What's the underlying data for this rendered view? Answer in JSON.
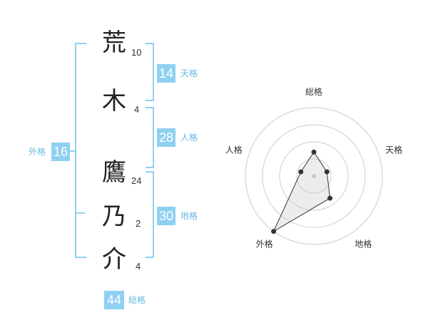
{
  "name": {
    "chars": [
      {
        "char": "荒",
        "strokes": "10"
      },
      {
        "char": "木",
        "strokes": "4"
      },
      {
        "char": "鷹",
        "strokes": "24"
      },
      {
        "char": "乃",
        "strokes": "2"
      },
      {
        "char": "介",
        "strokes": "4"
      }
    ]
  },
  "fortunes": {
    "tenkaku": {
      "value": "14",
      "label": "天格"
    },
    "jinkaku": {
      "value": "28",
      "label": "人格"
    },
    "chikaku": {
      "value": "30",
      "label": "地格"
    },
    "gaikaku": {
      "value": "16",
      "label": "外格"
    },
    "soukaku": {
      "value": "44",
      "label": "総格"
    }
  },
  "colors": {
    "accent": "#8fd0f2",
    "accent_text": "#6ab8e4"
  },
  "chart_data": {
    "type": "radar",
    "axes": [
      "総格",
      "天格",
      "地格",
      "外格",
      "人格"
    ],
    "values": [
      0.35,
      0.2,
      0.4,
      1.0,
      0.2
    ],
    "rings": 4
  }
}
